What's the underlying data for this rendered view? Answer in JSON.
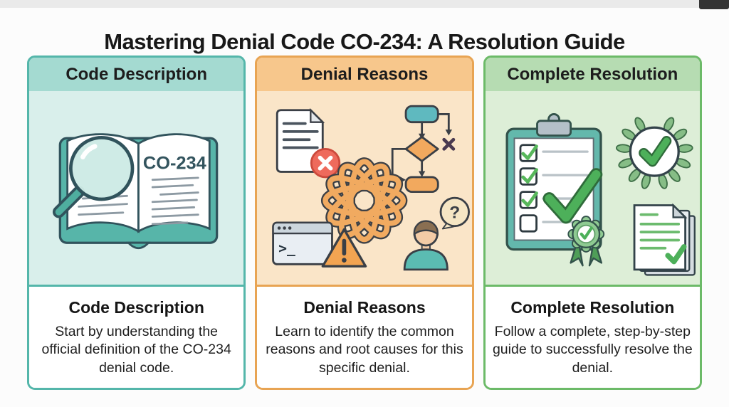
{
  "page": {
    "title": "Mastering Denial Code CO-234: A Resolution Guide"
  },
  "columns": [
    {
      "header": "Code Description",
      "heading": "Code Description",
      "body": "Start by understanding the official definition of the CO-234 denial code.",
      "theme": {
        "header_bg": "#a4dad1",
        "panel_bg": "#d9efeb",
        "border": "#54b6aa"
      },
      "illustration": {
        "name": "open-book-with-magnifier",
        "book_label": "CO-234"
      }
    },
    {
      "header": "Denial Reasons",
      "heading": "Denial Reasons",
      "body": "Learn to identify the common reasons and root causes for this specific denial.",
      "theme": {
        "header_bg": "#f7c78c",
        "panel_bg": "#fae5c8",
        "border": "#e8a453"
      },
      "illustration": {
        "name": "tangled-knot-with-error-icons",
        "terminal_prompt": ">_",
        "question_mark": "?"
      }
    },
    {
      "header": "Complete Resolution",
      "heading": "Complete Resolution",
      "body": "Follow a complete, step-by-step guide to successfully resolve the denial.",
      "theme": {
        "header_bg": "#b6dcb2",
        "panel_bg": "#ddeed7",
        "border": "#6cba68"
      },
      "illustration": {
        "name": "checklist-award-documents"
      }
    }
  ]
}
